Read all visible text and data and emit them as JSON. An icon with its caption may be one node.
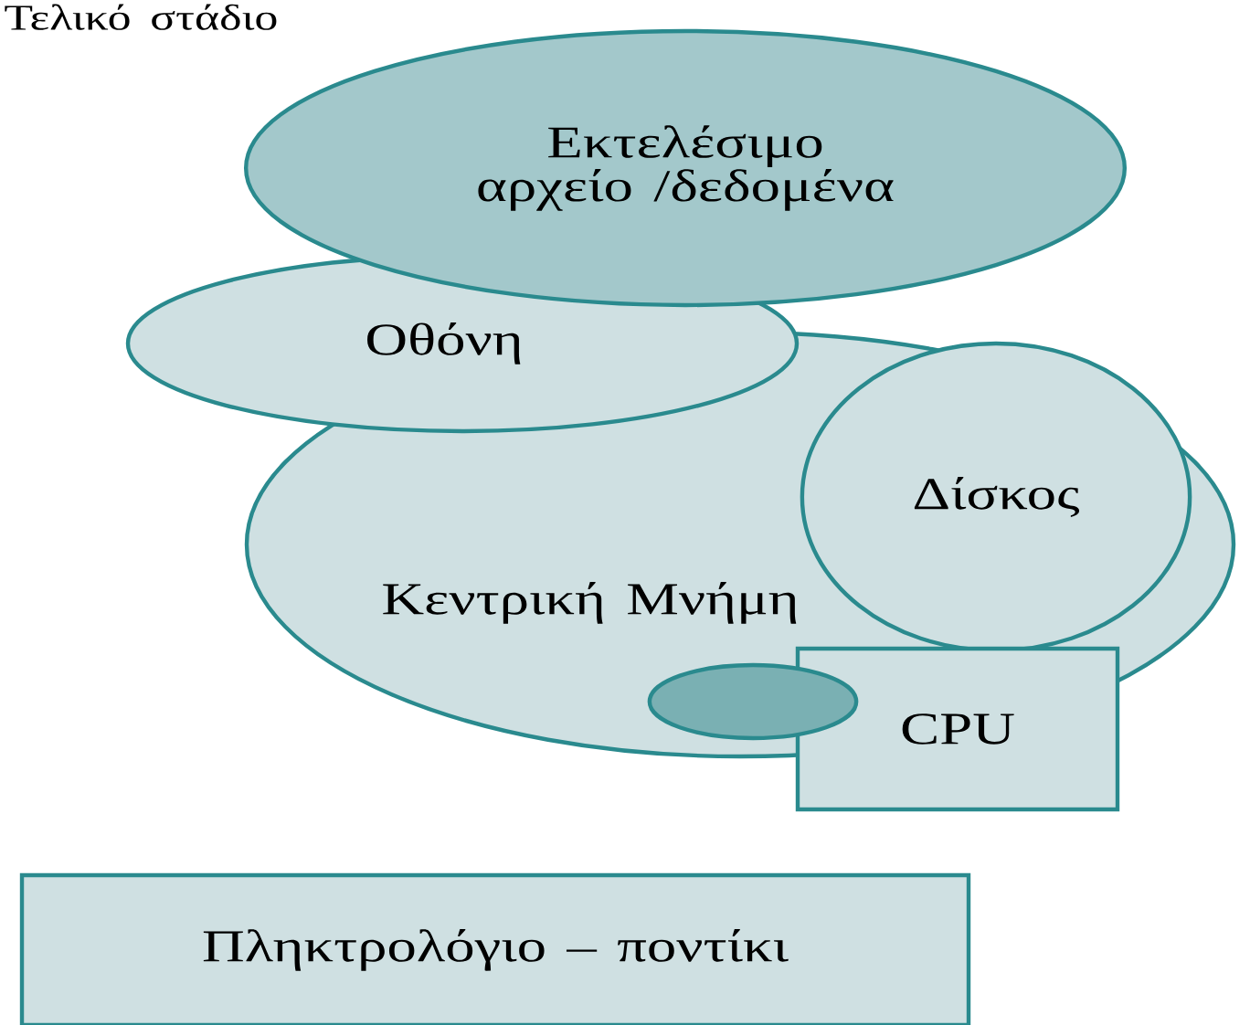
{
  "diagram": {
    "title": "Τελικό στάδιο",
    "nodes": [
      {
        "text": [
          "Εκτελέσιμο αρχείο /δεδομένα"
        ]
      },
      {
        "text": [
          "Οθόνη"
        ]
      },
      {
        "text": [
          "Κεντρική Μνήμη"
        ]
      },
      {
        "text": [
          "Δίσκος"
        ],
        "in": 2
      },
      {
        "text": [
          "CPU"
        ]
      },
      {
        "text": [],
        "shape": "ellipse",
        "in": 2
      },
      {
        "text": [
          "Πληκτρολόγιο – ποντίκι"
        ]
      }
    ]
  }
}
